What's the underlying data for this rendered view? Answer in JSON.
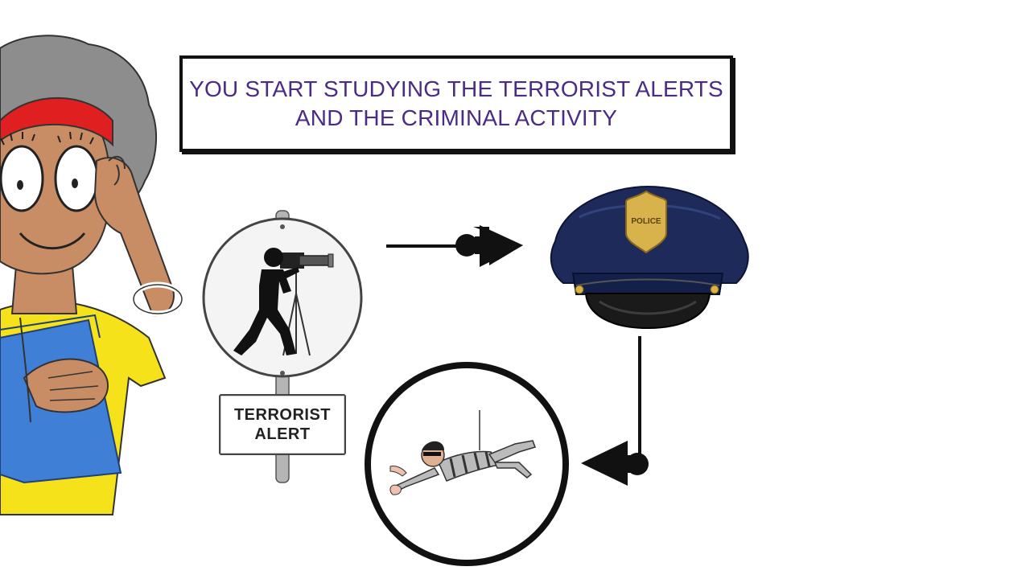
{
  "title": {
    "line1": "YOU START STUDYING THE TERRORIST ALERTS",
    "line2": "AND THE CRIMINAL ACTIVITY",
    "color": "#4a2b85"
  },
  "sign": {
    "line1": "TERRORIST",
    "line2": "ALERT"
  },
  "cap": {
    "badge_text": "POLICE"
  },
  "colors": {
    "cap_navy": "#1d2a5a",
    "badge_gold": "#d8b24a",
    "book_blue": "#3f7fd6",
    "shirt_yellow": "#f5e21a",
    "headband_red": "#e02020",
    "hair_gray": "#8d8d8d",
    "skin": "#c98d65"
  }
}
